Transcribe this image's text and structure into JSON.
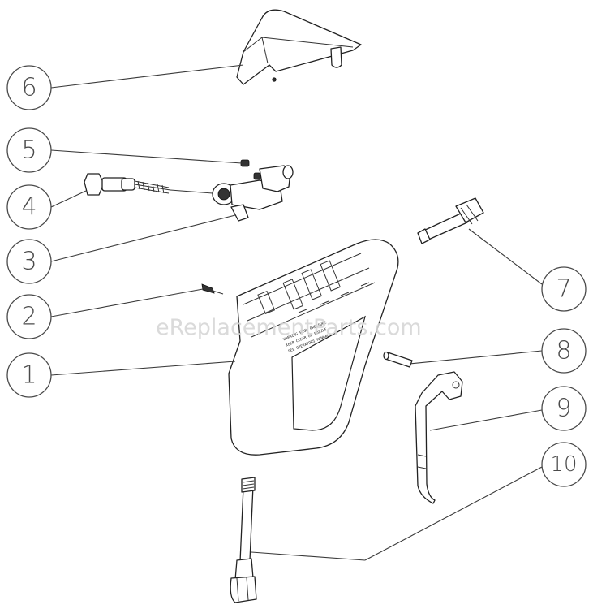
{
  "watermark": "eReplacementParts.com",
  "callouts": [
    "1",
    "2",
    "3",
    "4",
    "5",
    "6",
    "7",
    "8",
    "9",
    "10"
  ]
}
